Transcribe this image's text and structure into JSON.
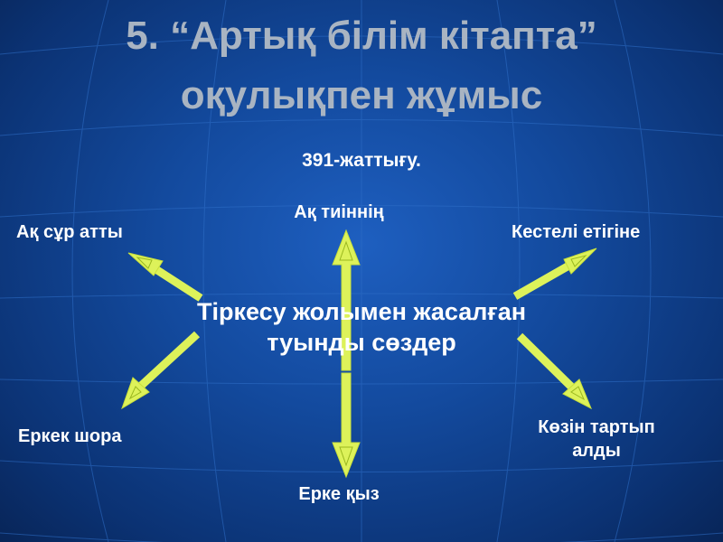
{
  "title": {
    "line1": "5. “Артық білім кітапта”",
    "line2": "оқулықпен жұмыс"
  },
  "exercise_label": "391-жаттығу.",
  "center": {
    "line1": "Тіркесу жолымен жасалған",
    "line2": "туынды сөздер"
  },
  "nodes": {
    "top_left": "Ақ сұр атты",
    "top": "Ақ тиіннің",
    "top_right": "Кестелі етігіне",
    "bottom_left": "Еркек шора",
    "bottom": "Ерке қыз",
    "bottom_right_line1": "Көзін тартып",
    "bottom_right_line2": "алды"
  },
  "colors": {
    "arrow_fill": "#ddf25a",
    "arrow_stroke": "#c9e03a",
    "title_text": "#a9b4c2",
    "body_text": "#ffffff"
  }
}
